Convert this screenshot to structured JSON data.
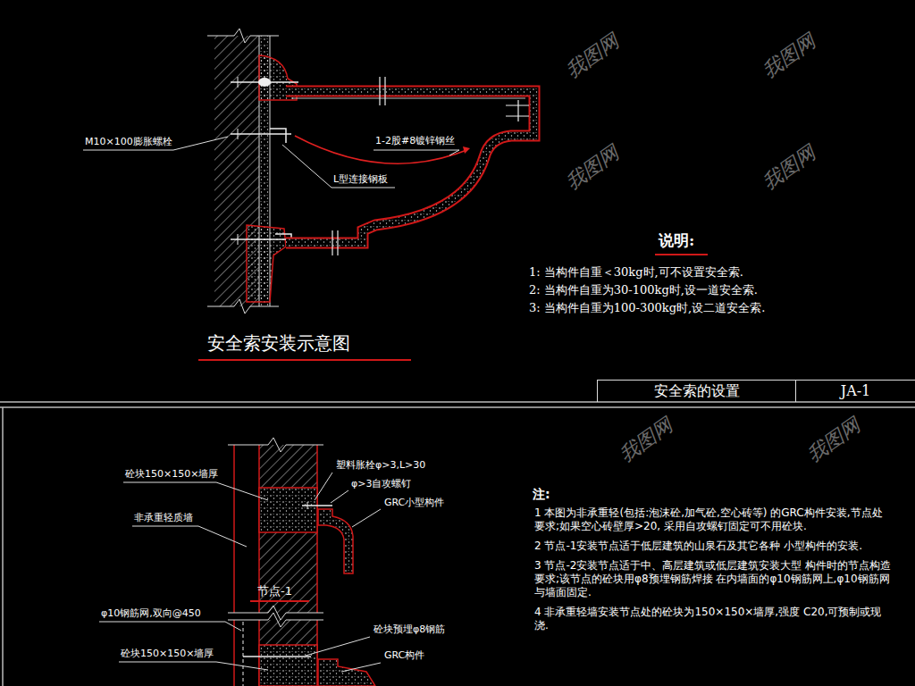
{
  "diagram": {
    "nodes": [
      {
        "text": [
          "安全索的设置"
        ]
      },
      {
        "text": [
          "JA-1"
        ]
      }
    ],
    "labels": [
      "M10×100膨胀螺栓",
      "1-2股#8镀锌钢丝",
      "L型连接钢板",
      "安全索安装示意图",
      "说明:",
      "1: 当构件自重＜30kg时,可不设置安全索.",
      "2: 当构件自重为30-100kg时,设一道安全索.",
      "3: 当构件自重为100-300kg时,设二道安全索.",
      "砼块150×150×墙厚",
      "塑料胀栓φ>3,L>30",
      "φ>3自攻螺钉",
      "GRC小型构件",
      "非承重轻质墙",
      "节点-1",
      "φ10钢筋网,双向@450",
      "砼块预埋φ8钢筋",
      "砼块150×150×墙厚",
      "GRC构件",
      "注:",
      "1 本图为非承重轻(包括:泡沫砼,加气砼,空心砖等) 的GRC构件安装,节点处要求;如果空心砖壁厚>20, 采用自攻螺钉固定可不用砼块.",
      "2 节点-1安装节点适于低层建筑的山泉石及其它各种 小型构件的安装.",
      "3 节点-2安装节点适于中、高层建筑或低层建筑安装大型 构件时的节点构造要求;该节点的砼块用φ8预埋钢筋焊接 在内墙面的φ10钢筋网上,φ10钢筋网与墙面固定.",
      "4 非承重轻墙安装节点处的砼块为150×150×墙厚,强度 C20,可预制或现浇.",
      "我图网",
      "我图网",
      "我图网",
      "我图网",
      "我图网",
      "我图网"
    ]
  }
}
